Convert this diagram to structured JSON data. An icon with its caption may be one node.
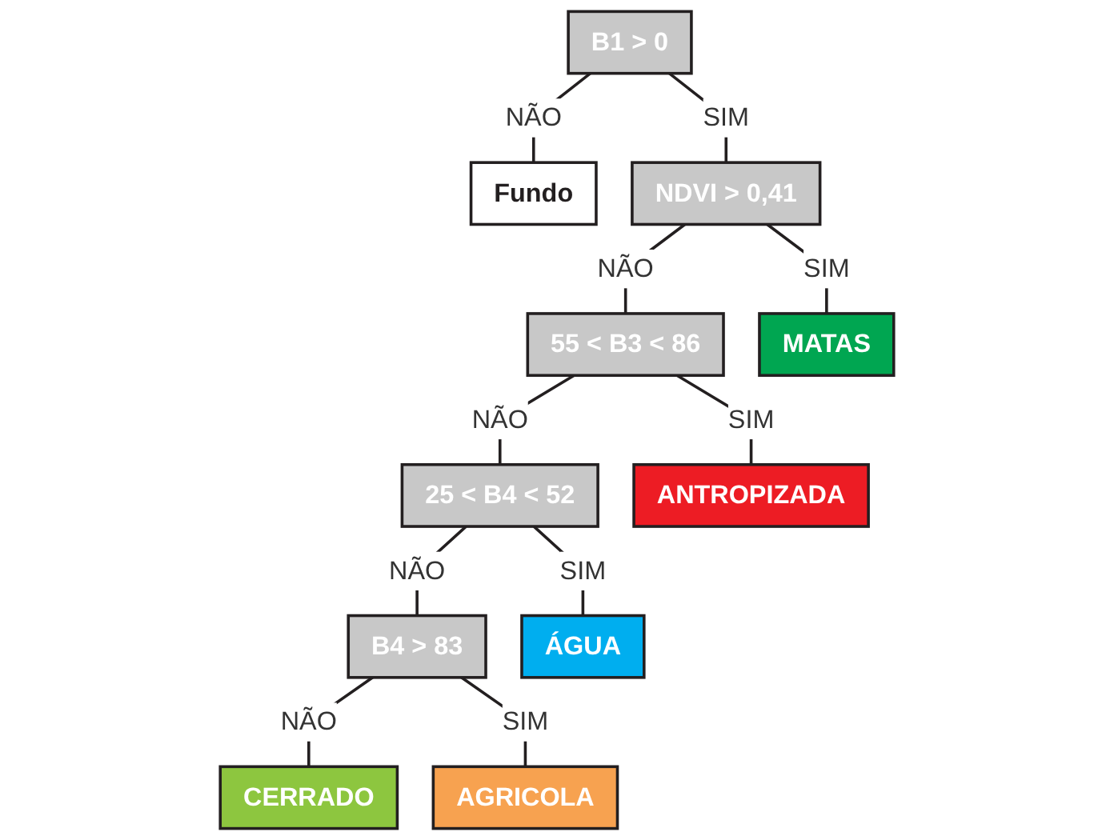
{
  "diagram": {
    "nodes": [
      {
        "text": [
          "B1 > 0"
        ]
      },
      {
        "text": [
          "Fundo"
        ]
      },
      {
        "text": [
          "NDVI > 0,41"
        ]
      },
      {
        "text": [
          "55 < B3 < 86"
        ]
      },
      {
        "text": [
          "MATAS"
        ]
      },
      {
        "text": [
          "25 < B4 < 52"
        ]
      },
      {
        "text": [
          "ANTROPIZADA"
        ]
      },
      {
        "text": [
          "B4 > 83"
        ]
      },
      {
        "text": [
          "ÁGUA"
        ]
      },
      {
        "text": [
          "CERRADO"
        ]
      },
      {
        "text": [
          "AGRICOLA"
        ]
      }
    ],
    "edges": [
      {
        "from": 0,
        "to": 1,
        "arrow": "none",
        "label": "NÃO"
      },
      {
        "from": 0,
        "to": 2,
        "arrow": "none",
        "label": "SIM"
      },
      {
        "from": 2,
        "to": 3,
        "arrow": "none",
        "label": "NÃO"
      },
      {
        "from": 2,
        "to": 4,
        "arrow": "none",
        "label": "SIM"
      },
      {
        "from": 3,
        "to": 5,
        "arrow": "none",
        "label": "NÃO"
      },
      {
        "from": 3,
        "to": 6,
        "arrow": "none",
        "label": "SIM"
      },
      {
        "from": 5,
        "to": 7,
        "arrow": "none",
        "label": "NÃO"
      },
      {
        "from": 5,
        "to": 8,
        "arrow": "none",
        "label": "SIM"
      },
      {
        "from": 7,
        "to": 9,
        "arrow": "none",
        "label": "NÃO"
      },
      {
        "from": 7,
        "to": 10,
        "arrow": "none",
        "label": "SIM"
      }
    ]
  }
}
